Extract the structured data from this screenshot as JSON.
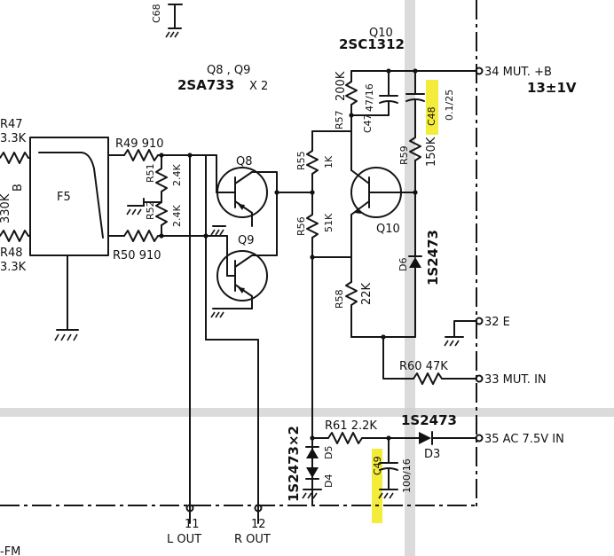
{
  "c68": "C68",
  "q10_ref": "Q10",
  "q10_type": "2SC1312",
  "q89_ref": "Q8 , Q9",
  "q89_type": "2SA733",
  "q89_qty": "X 2",
  "r47_ref": "R47",
  "r47_val": "3.3K",
  "r48_ref": "R48",
  "r48_val": "3.3K",
  "rb_val": "330K",
  "rb_ref": "B",
  "f5": "F5",
  "r49": "R49 910",
  "r50": "R50 910",
  "r51_ref": "R51",
  "r51_val": "2.4K",
  "r52_ref": "R52",
  "r52_val": "2.4K",
  "q8": "Q8",
  "q9": "Q9",
  "r55_ref": "R55",
  "r55_val": "1K",
  "r56_ref": "R56",
  "r56_val": "51K",
  "r57_ref": "R57",
  "r57_val": "200K",
  "c47_ref": "C47",
  "c47_val": "47/16",
  "c48_ref": "C48",
  "c48_val": "0.1/25",
  "r59_ref": "R59",
  "r59_val": "150K",
  "q10_label": "Q10",
  "d6_ref": "D6",
  "d6_type": "1S2473",
  "r58_ref": "R58",
  "r58_val": "22K",
  "r60": "R60 47K",
  "r61": "R61 2.2K",
  "d3_type": "1S2473",
  "d3_ref": "D3",
  "d45_type": "1S2473×2",
  "d5_ref": "D5",
  "d4_ref": "D4",
  "c49_ref": "C49",
  "c49_val": "100/16",
  "t34": "34  MUT. +B",
  "t34_v": "13±1V",
  "t32": "32  E",
  "t33": "33  MUT. IN",
  "t35": "35  AC 7.5V  IN",
  "t11": "11",
  "t11_l": "L OUT",
  "t12": "12",
  "t12_l": "R OUT",
  "fm": "-FM"
}
